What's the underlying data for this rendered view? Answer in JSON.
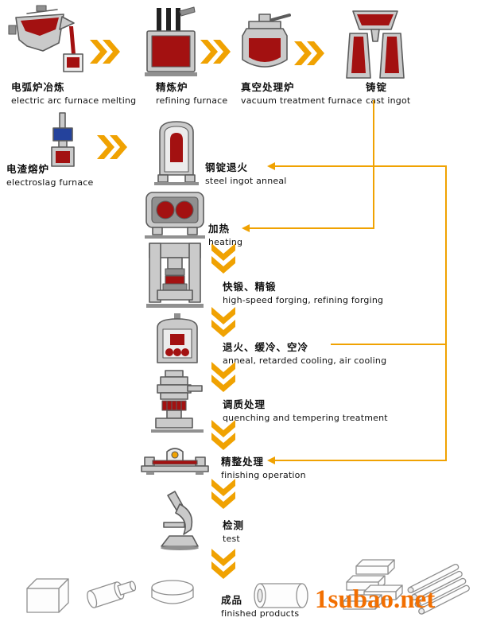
{
  "colors": {
    "accent": "#F0A202",
    "red": "#A31111",
    "blue": "#24429C",
    "gray": "#CACACA",
    "outline": "#5B5B5B",
    "watermark": "#F26F01"
  },
  "flow": {
    "arc": {
      "zh": "电弧炉冶炼",
      "en": "electric arc furnace melting"
    },
    "refining": {
      "zh": "精炼炉",
      "en": "refining furnace"
    },
    "vacuum": {
      "zh": "真空处理炉",
      "en": "vacuum treatment furnace"
    },
    "ingot": {
      "zh": "铸锭",
      "en": "cast ingot"
    },
    "electroslag": {
      "zh": "电渣熔炉",
      "en": "electroslag furnace"
    },
    "ingot_anneal": {
      "zh": "钢锭退火",
      "en": "steel ingot anneal"
    },
    "heating": {
      "zh": "加热",
      "en": "heating"
    },
    "forging": {
      "zh": "快锻、精锻",
      "en": "high-speed forging, refining forging"
    },
    "cooling": {
      "zh": "退火、缓冷、空冷",
      "en": "anneal, retarded cooling, air cooling"
    },
    "quenching": {
      "zh": "调质处理",
      "en": "quenching and tempering treatment"
    },
    "finishing": {
      "zh": "精整处理",
      "en": "finishing operation"
    },
    "test": {
      "zh": "检测",
      "en": "test"
    },
    "products": {
      "zh": "成品",
      "en": "finished products"
    }
  },
  "watermark": "1subao.net"
}
